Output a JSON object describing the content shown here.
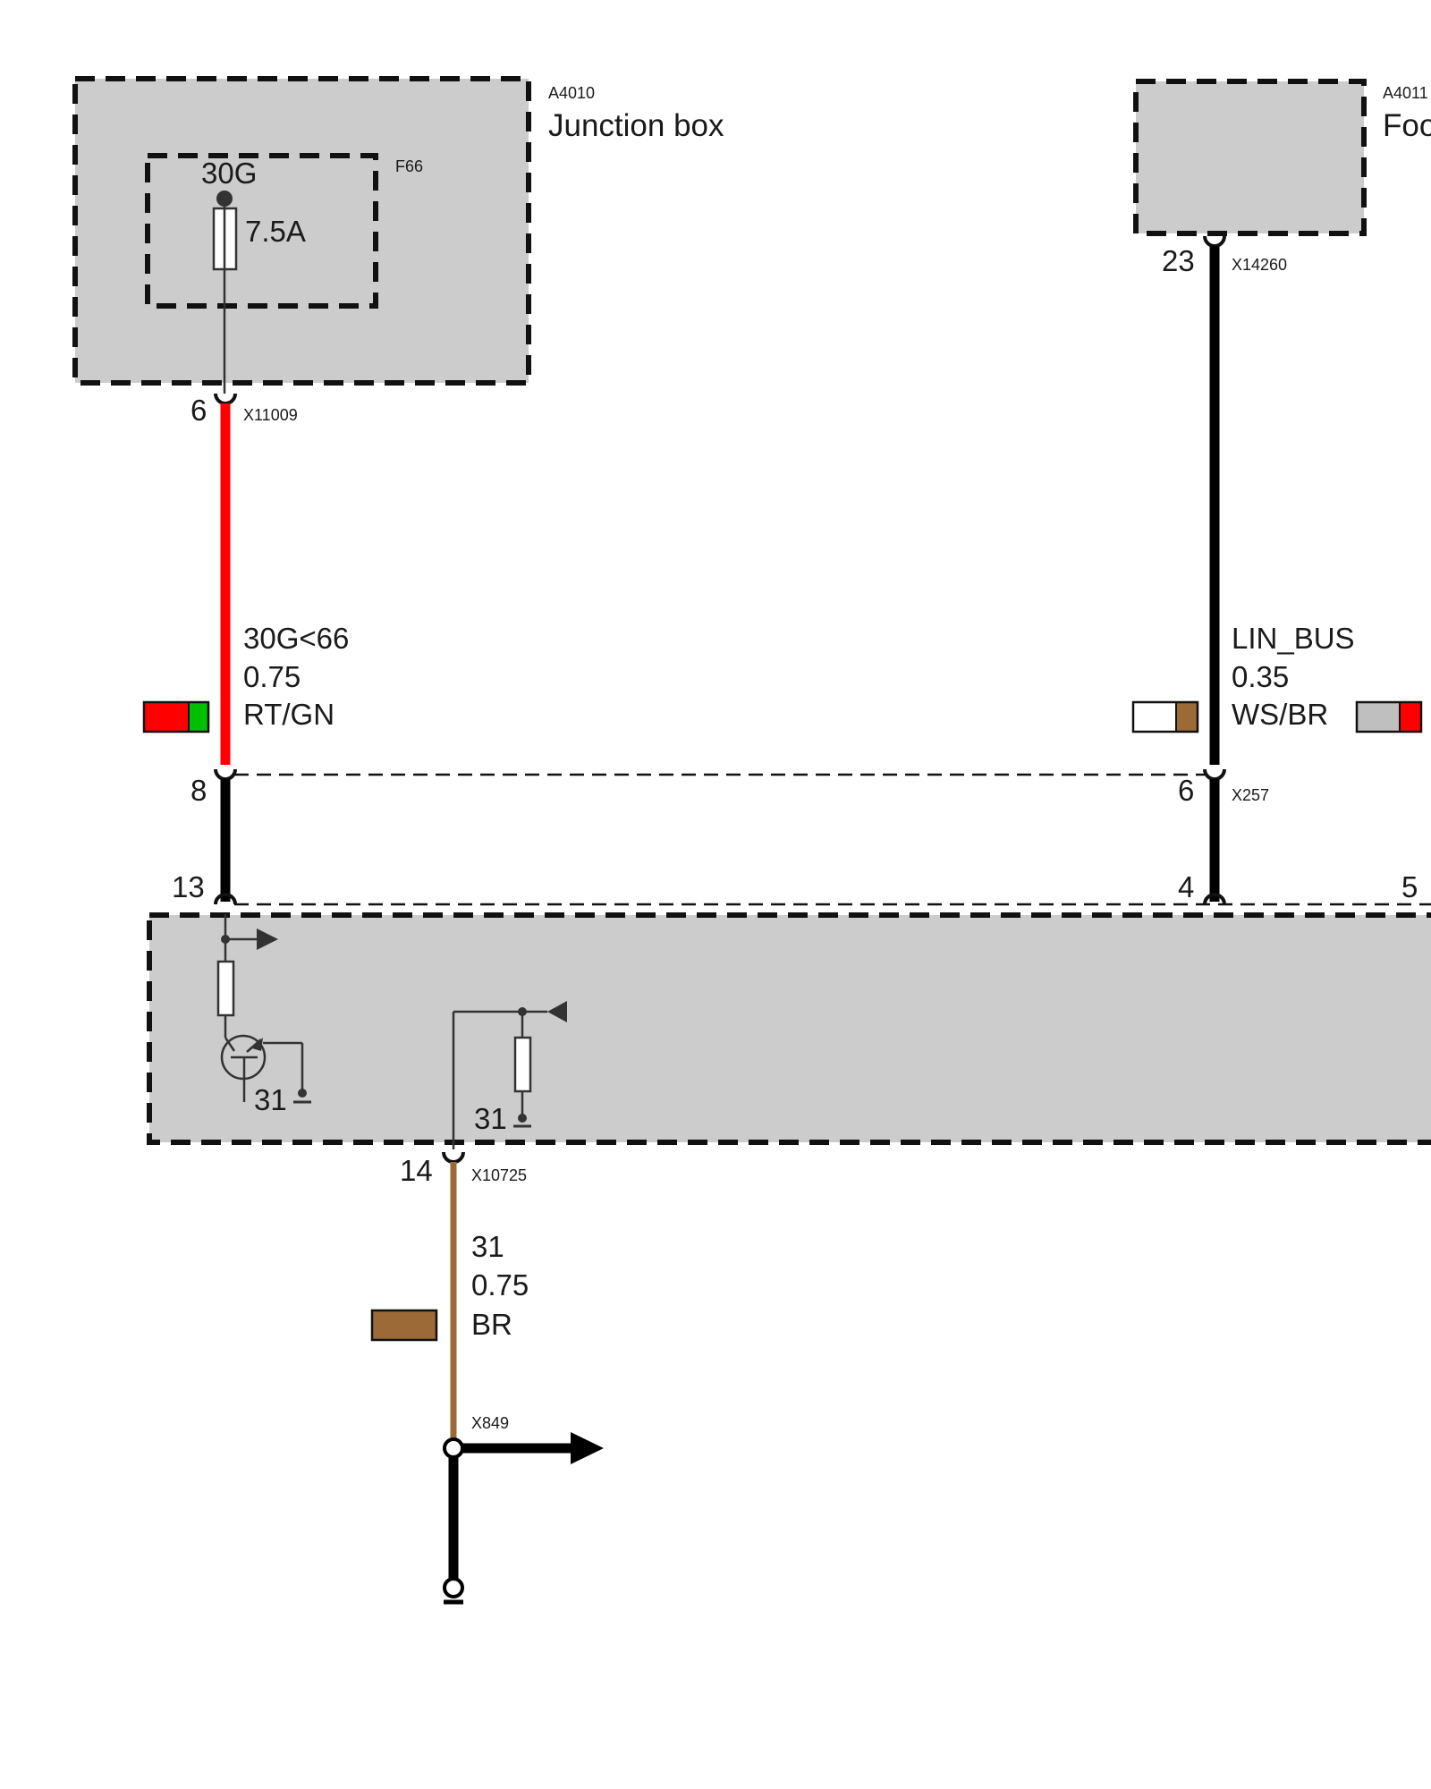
{
  "colors": {
    "component_fill": "#cccccc",
    "wire_red": "#ff0000",
    "wire_green": "#00c000",
    "wire_brown": "#9b6a36",
    "wire_black": "#000000",
    "wire_white": "#ffffff",
    "wire_grey": "#bfbfbf"
  },
  "components": {
    "junction_box": {
      "id": "A4010",
      "name": "Junction box"
    },
    "fuse": {
      "id": "F66",
      "terminal": "30G",
      "rating": "7.5A"
    },
    "foot_module": {
      "id": "A4011",
      "name": "Foo"
    },
    "module_bottom": {
      "ground_left": "31",
      "ground_right": "31"
    }
  },
  "connectors": {
    "x11009": {
      "id": "X11009",
      "pin": "6"
    },
    "x14260": {
      "id": "X14260",
      "pin": "23"
    },
    "x257": {
      "id": "X257",
      "pin_left": "8",
      "pin_right": "6"
    },
    "module_top": {
      "pin_left": "13",
      "pin_mid": "4",
      "pin_right": "5"
    },
    "x10725": {
      "id": "X10725",
      "pin": "14"
    },
    "x849": {
      "id": "X849"
    }
  },
  "wires": {
    "power": {
      "signal": "30G<66",
      "gauge": "0.75",
      "color_code": "RT/GN"
    },
    "lin": {
      "signal": "LIN_BUS",
      "gauge": "0.35",
      "color_code": "WS/BR"
    },
    "ground": {
      "signal": "31",
      "gauge": "0.75",
      "color_code": "BR"
    }
  }
}
